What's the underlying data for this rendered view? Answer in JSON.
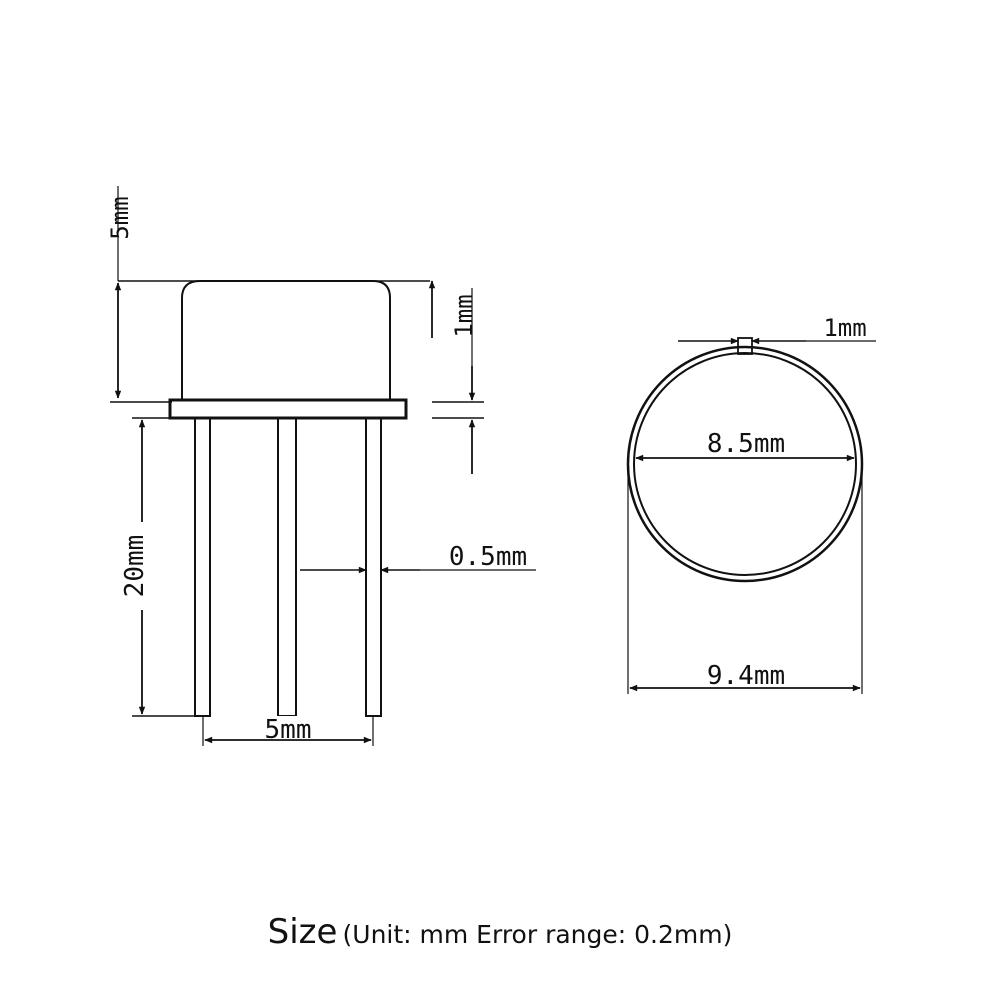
{
  "diagram": {
    "side_view": {
      "label_top_height": "5mm",
      "label_flange": "1mm",
      "label_lead_length": "20mm",
      "label_lead_diameter": "0.5mm",
      "label_lead_spacing": "5mm"
    },
    "top_view": {
      "label_tab_width": "1mm",
      "label_inner_diameter": "8.5mm",
      "label_outer_diameter": "9.4mm"
    }
  },
  "caption": {
    "main": "Size",
    "detail": "(Unit: mm   Error range: 0.2mm)"
  }
}
